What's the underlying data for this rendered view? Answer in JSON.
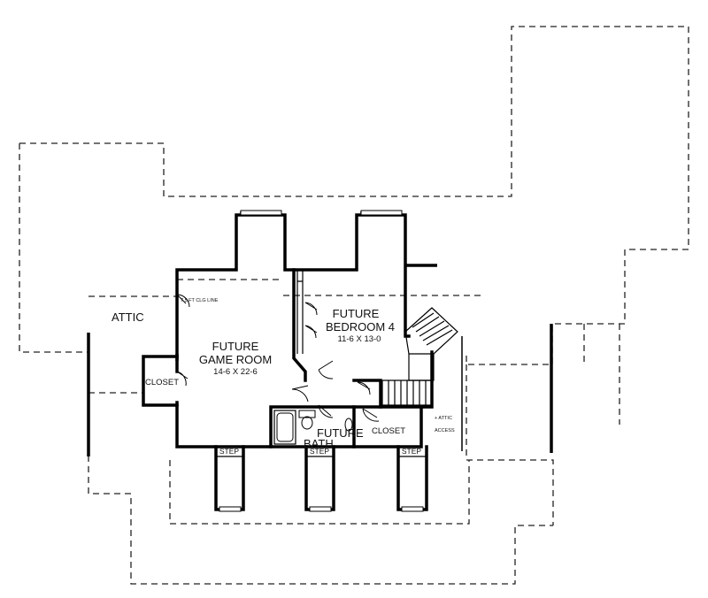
{
  "rooms": {
    "attic": "ATTIC",
    "game_room": {
      "name": "FUTURE",
      "name2": "GAME ROOM",
      "size": "14-6 X 22-6"
    },
    "bedroom": {
      "name": "FUTURE",
      "name2": "BEDROOM 4",
      "size": "11-6 X 13-0"
    },
    "closet_left": "CLOSET",
    "closet_right": "CLOSET",
    "bath": {
      "name": "FUTURE",
      "name2": "BATH"
    }
  },
  "notes": {
    "ceiling": "7.5 FT CLG LINE",
    "attic_access_1": "+ ATTIC",
    "attic_access_2": "ACCESS"
  },
  "steps": [
    "STEP",
    "STEP",
    "STEP"
  ]
}
